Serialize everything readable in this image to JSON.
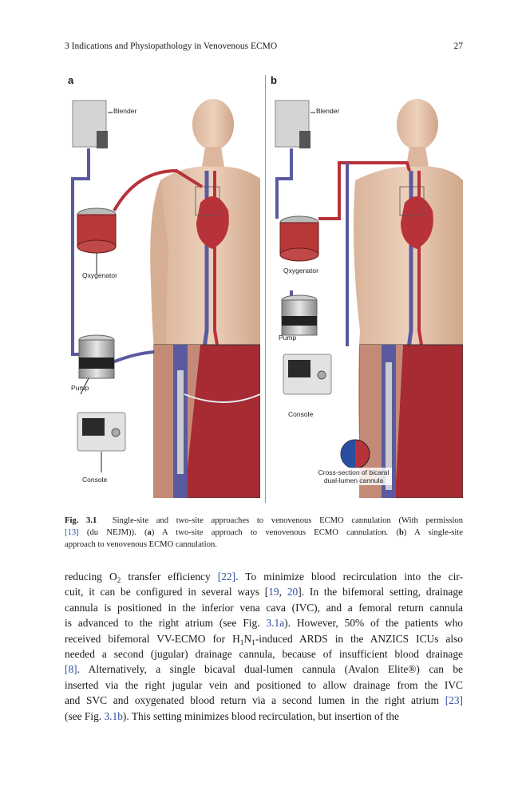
{
  "running_head": {
    "chapter": "3   Indications and Physiopathology in Venovenous ECMO",
    "page_number": "27"
  },
  "figure": {
    "panel_a": {
      "letter": "a",
      "labels": {
        "blender": "Blender",
        "oxygenator": "Qxygenator",
        "pump": "Pump",
        "console": "Console"
      }
    },
    "panel_b": {
      "letter": "b",
      "labels": {
        "blender": "Blender",
        "oxygenator": "Qxygenator",
        "pump": "Pump",
        "console": "Console",
        "cross_section": "Cross-section of bicaral dual-lumen cannula"
      }
    }
  },
  "caption": {
    "label": "Fig. 3.1",
    "lines": [
      {
        "pre": "Single-site and two-site approaches to venovenous ECMO cannulation (With permission"
      },
      {
        "ref": "[13]",
        "pre": " (du NEJM)). (",
        "b1": "a",
        "mid": ") A two-site approach to venovenous ECMO cannulation. (",
        "b2": "b",
        "post": ") A single-site"
      },
      {
        "pre": "approach to venovenous ECMO cannulation."
      }
    ]
  },
  "body_text": {
    "lines": [
      {
        "a": "reducing O",
        "sub": "2",
        "b": " transfer efficiency ",
        "ref": "[22]",
        "c": ". To minimize blood recirculation into the cir-"
      },
      {
        "a": "cuit, it can be configured in several ways [",
        "ref1": "19",
        "sep": ", ",
        "ref2": "20",
        "c": "]. In the bifemoral setting, drainage"
      },
      {
        "a": "cannula is positioned in the inferior vena cava (IVC), and a femoral return cannula"
      },
      {
        "a": "is advanced to the right atrium (see Fig. ",
        "ref": "3.1a",
        "c": "). However, 50% of the patients who"
      },
      {
        "a": "received bifemoral VV-ECMO for H",
        "sub1": "1",
        "b": "N",
        "sub2": "1",
        "c": "-induced ARDS in the ANZICS ICUs also"
      },
      {
        "a": "needed a second (jugular) drainage cannula, because of insufficient blood drainage"
      },
      {
        "ref": "[8]",
        "a": ". Alternatively, a single bicaval dual-lumen cannula (Avalon Elite®) can be"
      },
      {
        "a": "inserted via the right jugular vein and positioned to allow drainage from the IVC"
      },
      {
        "a": "and SVC and oxygenated blood return via a second lumen in the right atrium ",
        "ref": "[23]"
      },
      {
        "a": "(see Fig. ",
        "ref": "3.1b",
        "c": "). This setting minimizes blood recirculation, but insertion of the"
      }
    ]
  },
  "colors": {
    "link": "#2a4fa0",
    "venous": "#5a5aa0",
    "arterial": "#b8323a",
    "skin": "#e8c6ae"
  }
}
